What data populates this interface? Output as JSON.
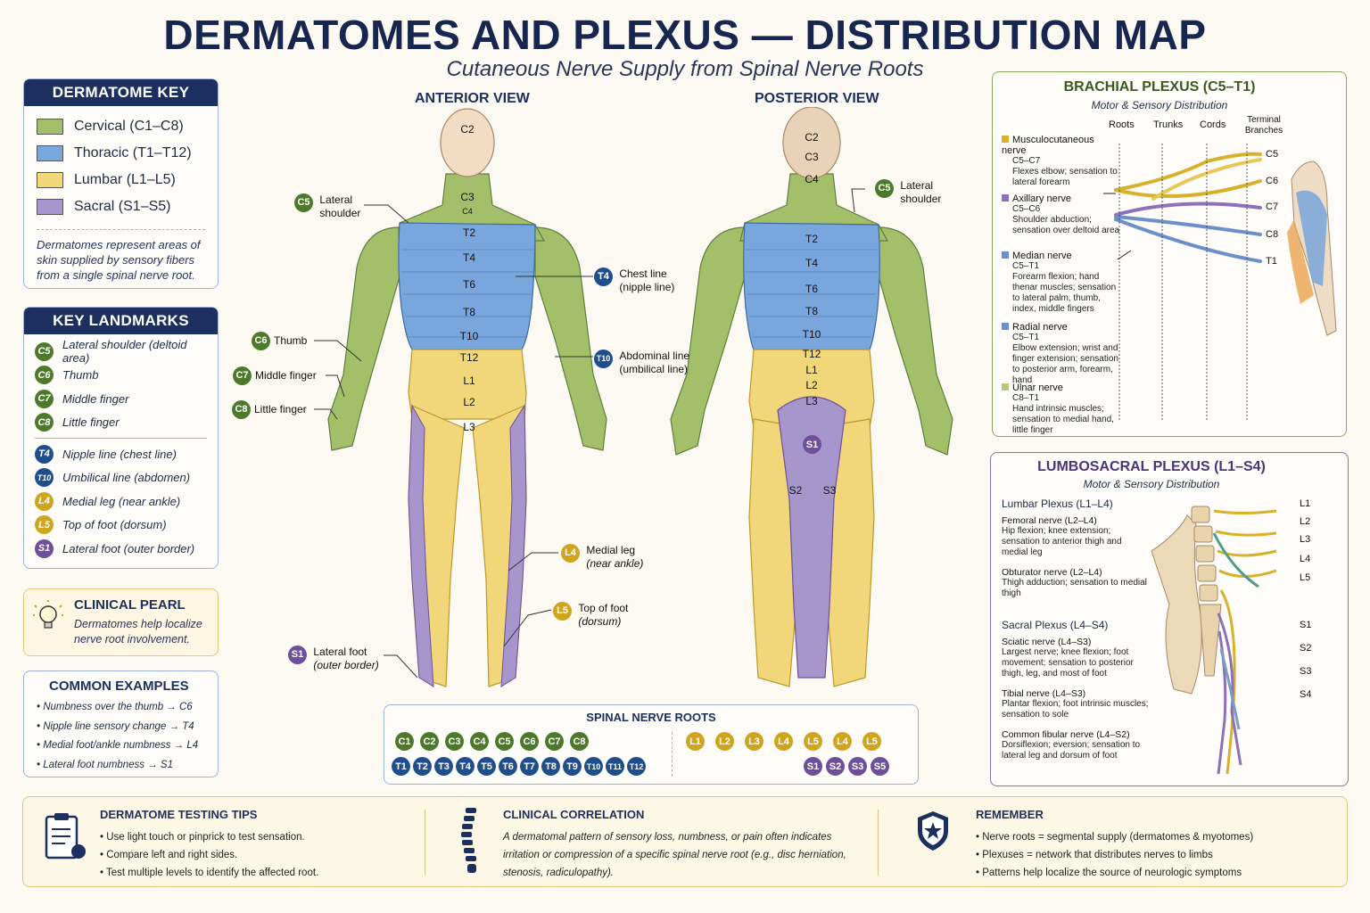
{
  "title": "DERMATOMES AND PLEXUS — DISTRIBUTION MAP",
  "subtitle": "Cutaneous Nerve Supply from Spinal Nerve Roots",
  "colors": {
    "cervical": "#a4bf6a",
    "thoracic": "#79a6dc",
    "lumbar": "#f1d67a",
    "sacral": "#a796cc",
    "navy": "#1c2f5e"
  },
  "dermatome_key": {
    "title": "DERMATOME KEY",
    "items": [
      {
        "label": "Cervical (C1–C8)",
        "color": "#a4bf6a"
      },
      {
        "label": "Thoracic (T1–T12)",
        "color": "#79a6dc"
      },
      {
        "label": "Lumbar (L1–L5)",
        "color": "#f1d67a"
      },
      {
        "label": "Sacral (S1–S5)",
        "color": "#a796cc"
      }
    ],
    "note": "Dermatomes represent areas of skin supplied by sensory fibers from a single spinal nerve root."
  },
  "landmarks": {
    "title": "KEY LANDMARKS",
    "items": [
      {
        "root": "C5",
        "label": "Lateral shoulder (deltoid area)",
        "group": "cerv"
      },
      {
        "root": "C6",
        "label": "Thumb",
        "group": "cerv"
      },
      {
        "root": "C7",
        "label": "Middle finger",
        "group": "cerv"
      },
      {
        "root": "C8",
        "label": "Little finger",
        "group": "cerv"
      },
      {
        "root": "T4",
        "label": "Nipple line (chest line)",
        "group": "thor"
      },
      {
        "root": "T10",
        "label": "Umbilical line (abdomen)",
        "group": "thor"
      },
      {
        "root": "L4",
        "label": "Medial leg (near ankle)",
        "group": "lumb"
      },
      {
        "root": "L5",
        "label": "Top of foot (dorsum)",
        "group": "lumb"
      },
      {
        "root": "S1",
        "label": "Lateral foot (outer border)",
        "group": "sacr"
      }
    ]
  },
  "pearl": {
    "title": "CLINICAL PEARL",
    "text": "Dermatomes help localize nerve root involvement.",
    "icon": "lightbulb-icon"
  },
  "examples": {
    "title": "COMMON EXAMPLES",
    "items": [
      "Numbness over the thumb → C6",
      "Nipple line sensory change → T4",
      "Medial foot/ankle numbness → L4",
      "Lateral foot numbness → S1"
    ]
  },
  "anterior": {
    "title": "ANTERIOR VIEW",
    "segments": [
      "C2",
      "C3",
      "C4",
      "T2",
      "T4",
      "T6",
      "T8",
      "T10",
      "T12",
      "L1",
      "L2",
      "L3"
    ],
    "callouts": {
      "c5": {
        "badge": "C5",
        "line1": "Lateral",
        "line2": "shoulder"
      },
      "c6": {
        "badge": "C6",
        "text": "Thumb"
      },
      "c7": {
        "badge": "C7",
        "text": "Middle finger"
      },
      "c8": {
        "badge": "C8",
        "text": "Little finger"
      },
      "t4": {
        "badge": "T4",
        "line1": "Chest line",
        "line2": "(nipple line)"
      },
      "t10": {
        "badge": "T10",
        "line1": "Abdominal line",
        "line2": "(umbilical line)"
      },
      "l4": {
        "badge": "L4",
        "line1": "Medial leg",
        "line2": "(near ankle)"
      },
      "l5": {
        "badge": "L5",
        "line1": "Top of foot",
        "line2": "(dorsum)"
      },
      "s1": {
        "badge": "S1",
        "line1": "Lateral foot",
        "line2": "(outer border)"
      }
    }
  },
  "posterior": {
    "title": "POSTERIOR VIEW",
    "segments": [
      "C2",
      "C3",
      "C4",
      "T2",
      "T4",
      "T6",
      "T8",
      "T10",
      "T12",
      "L1",
      "L2",
      "L3",
      "S1",
      "S2",
      "S3"
    ],
    "callout_c5": {
      "badge": "C5",
      "line1": "Lateral",
      "line2": "shoulder"
    }
  },
  "spinal_roots": {
    "title": "SPINAL NERVE ROOTS",
    "cervical": [
      "C1",
      "C2",
      "C3",
      "C4",
      "C5",
      "C6",
      "C7",
      "C8"
    ],
    "thoracic": [
      "T1",
      "T2",
      "T3",
      "T4",
      "T5",
      "T6",
      "T7",
      "T8",
      "T9",
      "T10",
      "T11",
      "T12"
    ],
    "lumbar": [
      "L1",
      "L2",
      "L3",
      "L4",
      "L5",
      "L4",
      "L5"
    ],
    "sacral": [
      "S1",
      "S2",
      "S3",
      "S5"
    ]
  },
  "brachial": {
    "title": "BRACHIAL PLEXUS (C5–T1)",
    "subtitle": "Motor & Sensory Distribution",
    "columns": [
      "Roots",
      "Trunks",
      "Cords",
      "Terminal Branches"
    ],
    "root_labels": [
      "C5",
      "C6",
      "C7",
      "C8",
      "T1"
    ],
    "nerves": [
      {
        "name": "Musculocutaneous nerve",
        "roots": "C5–C7",
        "desc": "Flexes elbow; sensation to lateral forearm",
        "color": "#d8b12a"
      },
      {
        "name": "Axillary nerve",
        "roots": "C5–C6",
        "desc": "Shoulder abduction; sensation over deltoid area",
        "color": "#8c70b8"
      },
      {
        "name": "Median nerve",
        "roots": "C5–T1",
        "desc": "Forearm flexion; hand thenar muscles; sensation to lateral palm, thumb, index, middle fingers",
        "color": "#6d8fc9"
      },
      {
        "name": "Radial nerve",
        "roots": "C5–T1",
        "desc": "Elbow extension; wrist and finger extension; sensation to posterior arm, forearm, hand",
        "color": "#6d8fc9"
      },
      {
        "name": "Ulnar nerve",
        "roots": "C8–T1",
        "desc": "Hand intrinsic muscles; sensation to medial hand, little finger",
        "color": "#b7c77a"
      }
    ]
  },
  "lumbosacral": {
    "title": "LUMBOSACRAL PLEXUS (L1–S4)",
    "subtitle": "Motor & Sensory Distribution",
    "root_labels": [
      "L1",
      "L2",
      "L3",
      "L4",
      "L5",
      "S1",
      "S2",
      "S3",
      "S4"
    ],
    "groups": [
      {
        "name": "Lumbar Plexus (L1–L4)",
        "nerves": [
          {
            "name": "Femoral nerve (L2–L4)",
            "desc": "Hip flexion; knee extension; sensation to anterior thigh and medial leg"
          },
          {
            "name": "Obturator nerve (L2–L4)",
            "desc": "Thigh adduction; sensation to medial thigh"
          }
        ]
      },
      {
        "name": "Sacral Plexus (L4–S4)",
        "nerves": [
          {
            "name": "Sciatic nerve (L4–S3)",
            "desc": "Largest nerve; knee flexion; foot movement; sensation to posterior thigh, leg, and most of foot"
          },
          {
            "name": "Tibial nerve (L4–S3)",
            "desc": "Plantar flexion; foot intrinsic muscles; sensation to sole"
          },
          {
            "name": "Common fibular nerve (L4–S2)",
            "desc": "Dorsiflexion; eversion; sensation to lateral leg and dorsum of foot"
          }
        ]
      }
    ]
  },
  "footer": {
    "tips": {
      "title": "DERMATOME TESTING TIPS",
      "items": [
        "Use light touch or pinprick to test sensation.",
        "Compare left and right sides.",
        "Test multiple levels to identify the affected root."
      ]
    },
    "correlation": {
      "title": "CLINICAL CORRELATION",
      "text": "A dermatomal pattern of sensory loss, numbness, or pain often indicates irritation or compression of a specific spinal nerve root (e.g., disc herniation, stenosis, radiculopathy)."
    },
    "remember": {
      "title": "REMEMBER",
      "items": [
        "Nerve roots = segmental supply (dermatomes & myotomes)",
        "Plexuses = network that distributes nerves to limbs",
        "Patterns help localize the source of neurologic symptoms"
      ]
    }
  }
}
